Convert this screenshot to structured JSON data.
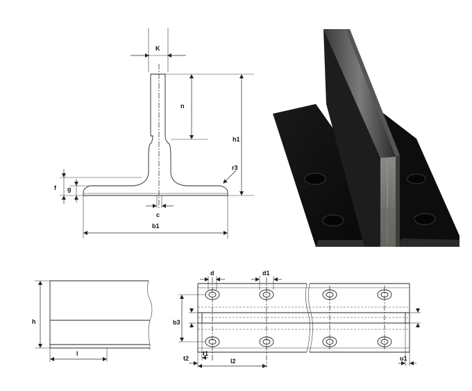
{
  "labels": {
    "K": "K",
    "n": "n",
    "h1": "h1",
    "r3": "r3",
    "f": "f",
    "g": "g",
    "c": "c",
    "b1": "b1",
    "h": "h",
    "l": "l",
    "d": "d",
    "d1": "d1",
    "b3": "b3",
    "t2": "t2",
    "t1": "t1",
    "l2": "l2",
    "u1": "u1"
  }
}
